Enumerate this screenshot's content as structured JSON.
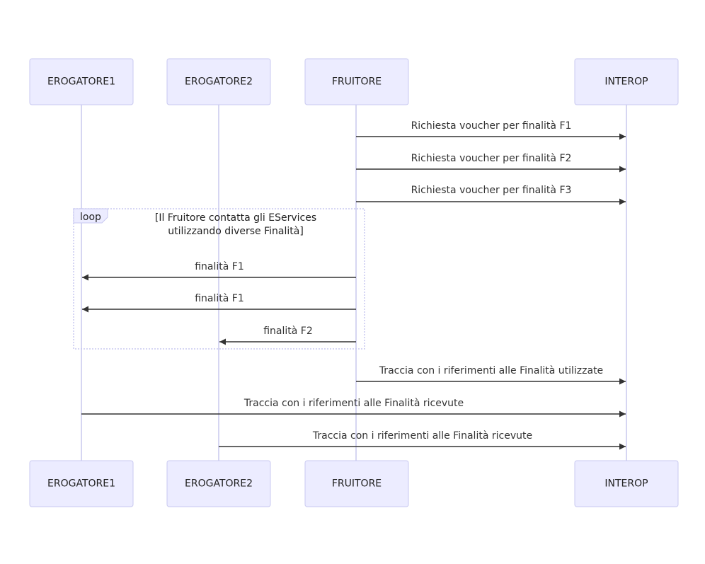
{
  "actors": [
    {
      "id": "erogatore1",
      "label": "EROGATORE1"
    },
    {
      "id": "erogatore2",
      "label": "EROGATORE2"
    },
    {
      "id": "fruitore",
      "label": "FRUITORE"
    },
    {
      "id": "interop",
      "label": "INTEROP"
    }
  ],
  "messages": [
    {
      "from": "fruitore",
      "to": "interop",
      "label": "Richiesta voucher per finalità F1"
    },
    {
      "from": "fruitore",
      "to": "interop",
      "label": "Richiesta voucher per finalità F2"
    },
    {
      "from": "fruitore",
      "to": "interop",
      "label": "Richiesta voucher per finalità F3"
    },
    {
      "from": "fruitore",
      "to": "erogatore1",
      "label": "finalità F1"
    },
    {
      "from": "fruitore",
      "to": "erogatore1",
      "label": "finalità F1"
    },
    {
      "from": "fruitore",
      "to": "erogatore2",
      "label": "finalità F2"
    },
    {
      "from": "fruitore",
      "to": "interop",
      "label": "Traccia con i riferimenti alle Finalità utilizzate"
    },
    {
      "from": "erogatore1",
      "to": "interop",
      "label": "Traccia con i riferimenti alle Finalità ricevute"
    },
    {
      "from": "erogatore2",
      "to": "interop",
      "label": "Traccia con i riferimenti alle Finalità ricevute"
    }
  ],
  "loop": {
    "label": "loop",
    "condition_line1": "[Il Fruitore contatta gli EServices",
    "condition_line2": "utilizzando diverse Finalità]"
  }
}
